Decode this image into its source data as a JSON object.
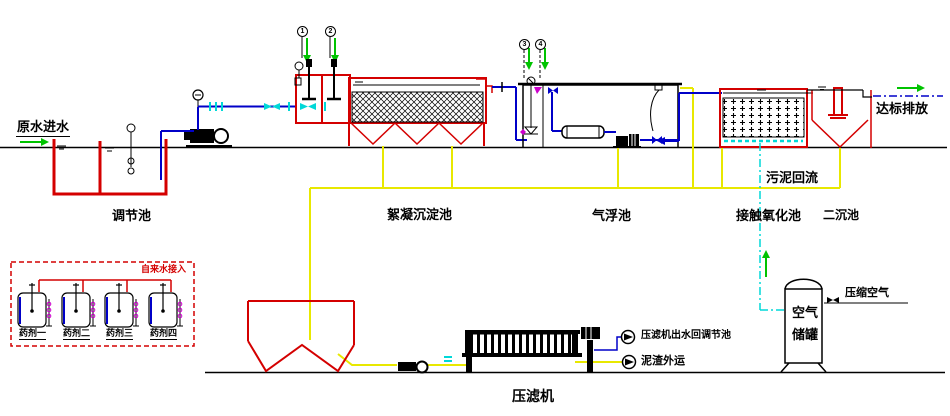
{
  "process_labels": {
    "raw_water_inlet": "原水进水",
    "regulating_tank": "调节池",
    "flocculation_sedimentation_tank": "絮凝沉淀池",
    "air_flotation_tank": "气浮池",
    "contact_oxidation_tank": "接触氧化池",
    "secondary_sedimentation_tank": "二沉池",
    "compliant_discharge": "达标排放",
    "sludge_return": "污泥回流",
    "filter_press": "压滤机",
    "filter_press_water_return": "压滤机出水回调节池",
    "sludge_disposal": "泥渣外运",
    "air_tank_line1": "空气",
    "air_tank_line2": "储罐",
    "compressed_air": "压缩空气"
  },
  "chemical_station": {
    "tap_water_inlet": "自来水接入",
    "tanks": [
      "药剂一",
      "药剂二",
      "药剂三",
      "药剂四"
    ]
  },
  "dosing_points": [
    "1",
    "2",
    "3",
    "4"
  ],
  "colors": {
    "tank_red": "#d40000",
    "pipe_blue": "#0000c8",
    "sludge_yellow": "#e8e800",
    "air_cyan": "#00d8d8",
    "flow_green": "#00c300",
    "accent_magenta": "#cc00cc"
  }
}
